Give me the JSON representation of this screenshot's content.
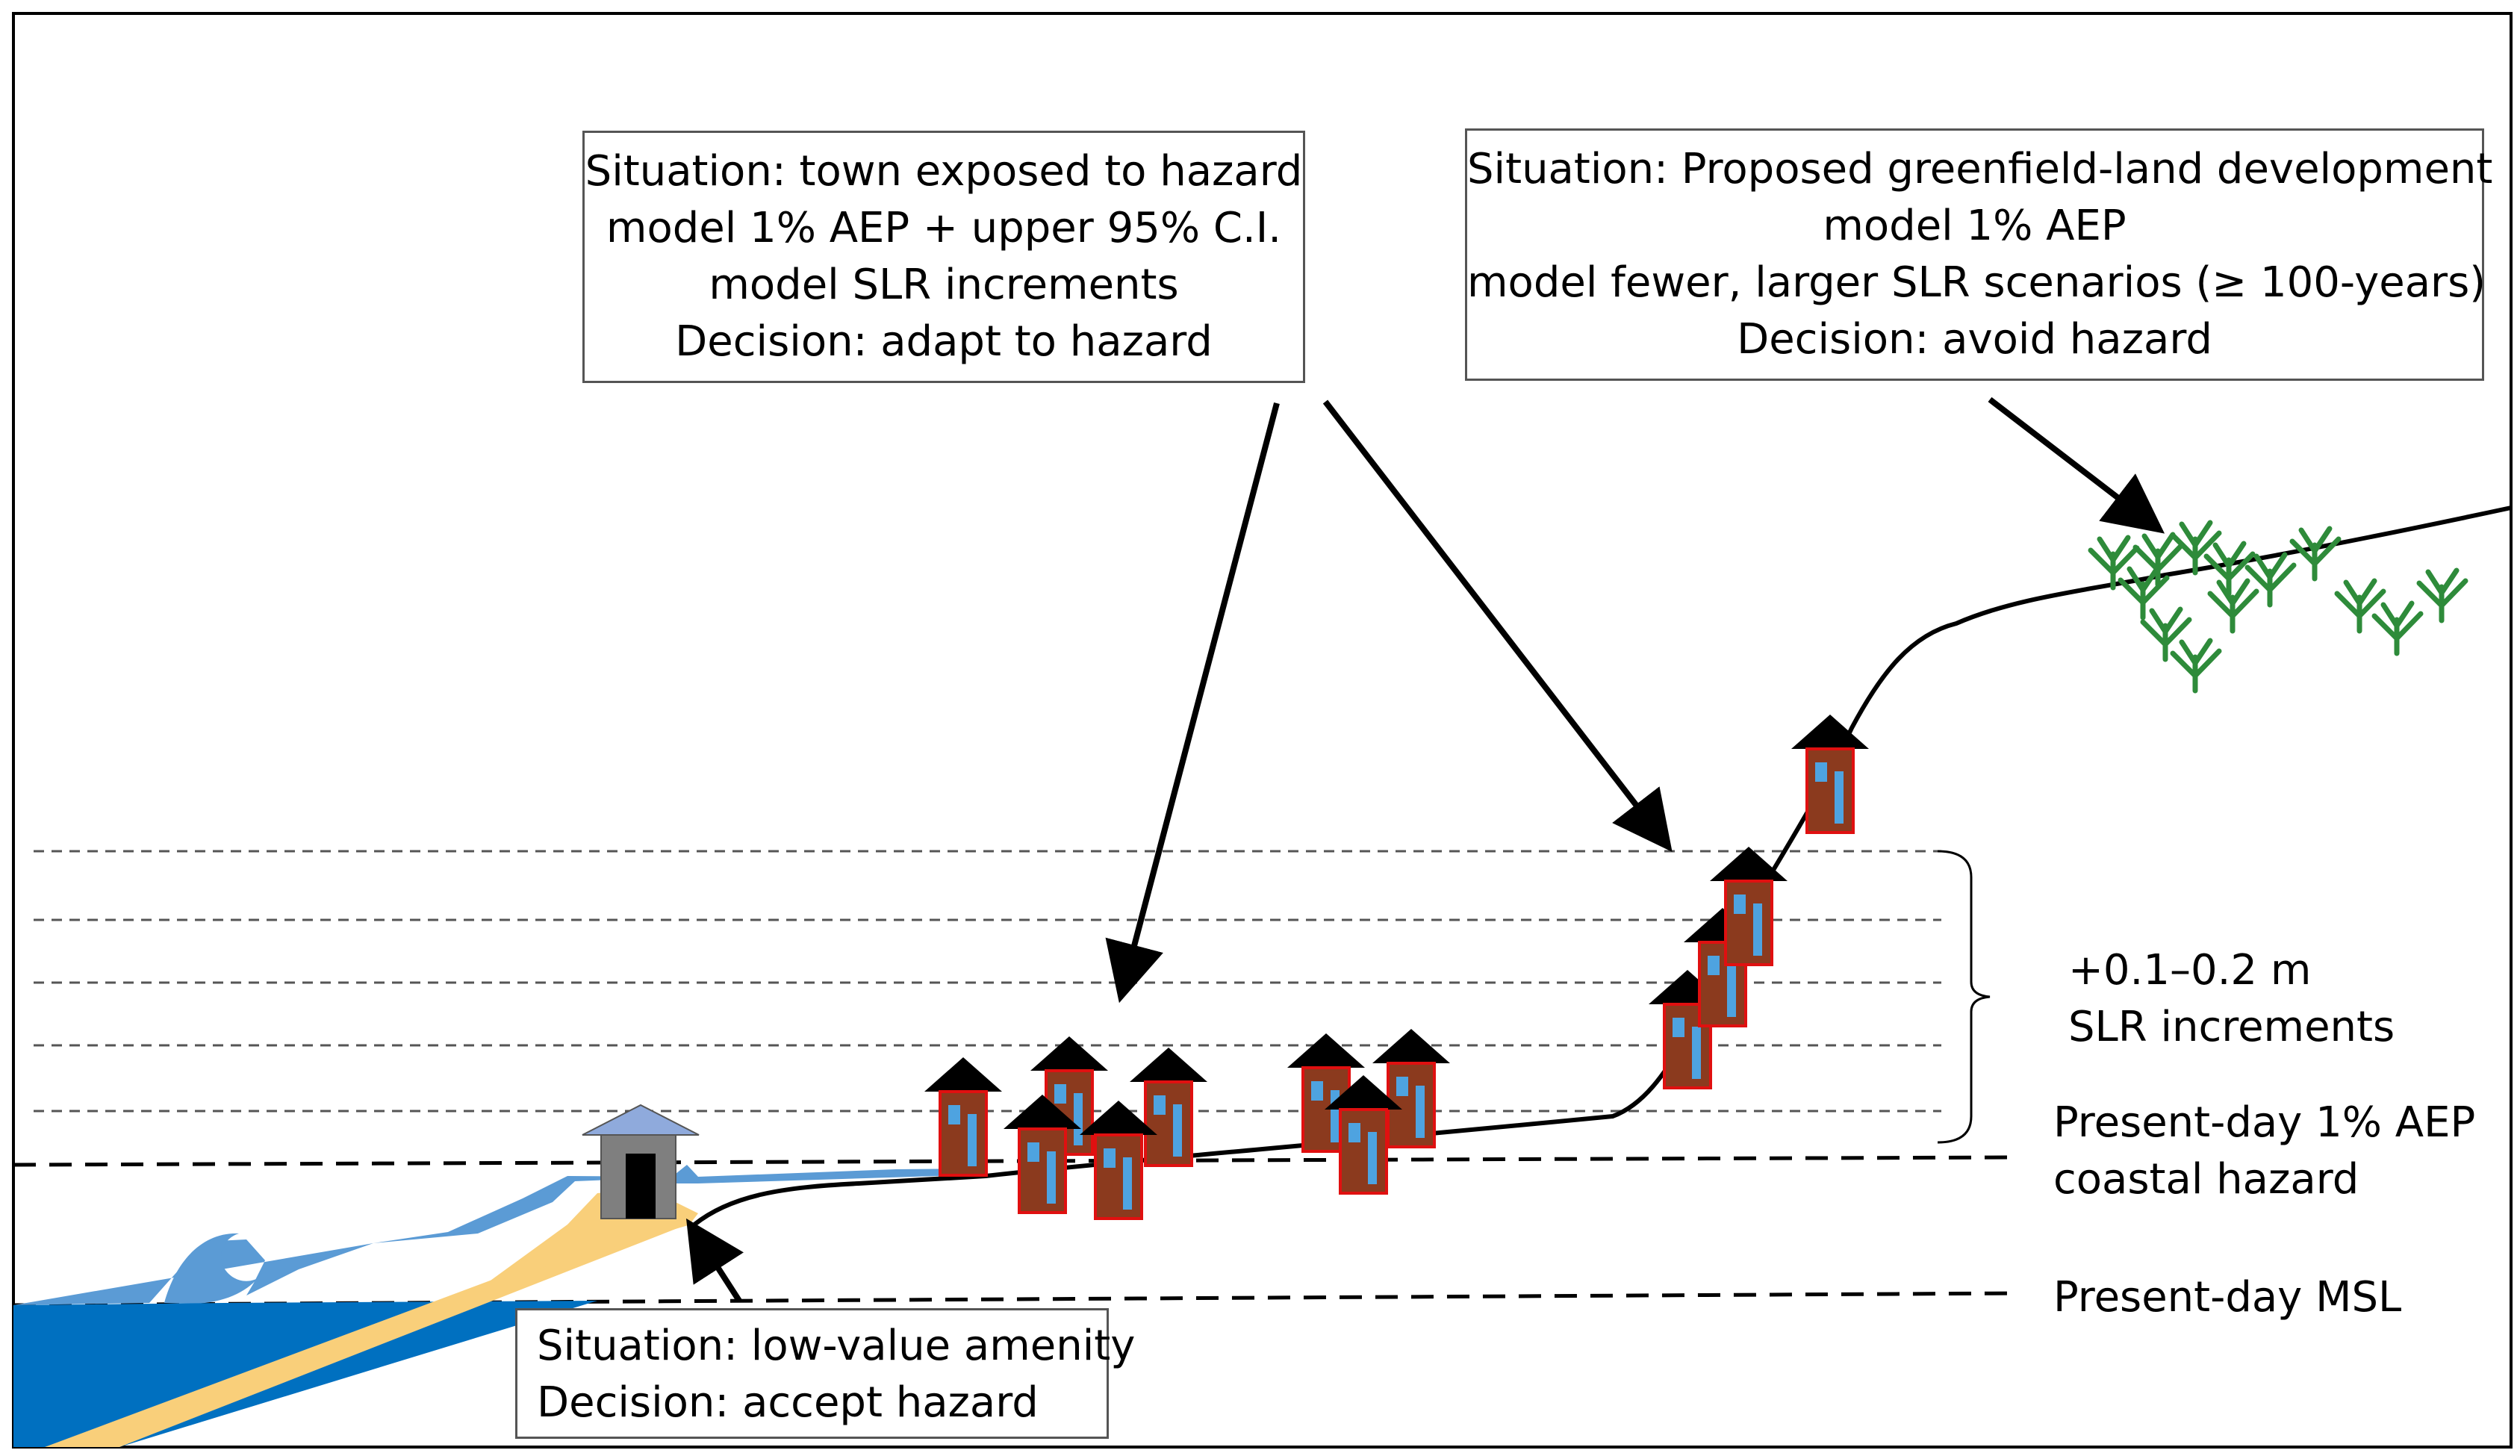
{
  "callouts": {
    "town": {
      "lines": [
        "Situation: town exposed to hazard",
        "model 1% AEP + upper 95% C.I.",
        "model SLR increments",
        "Decision: adapt to hazard"
      ]
    },
    "greenfield": {
      "lines": [
        "Situation: Proposed greenfield-land development",
        "model 1% AEP",
        "model fewer, larger SLR scenarios (≥ 100-years)",
        "Decision: avoid hazard"
      ]
    },
    "amenity": {
      "lines": [
        "Situation: low-value amenity",
        "Decision: accept hazard"
      ]
    }
  },
  "labels": {
    "slr_increments": [
      "+0.1–0.2 m",
      "SLR increments"
    ],
    "hazard_line": [
      "Present-day 1% AEP",
      "coastal hazard"
    ],
    "msl_line": "Present-day MSL"
  },
  "colors": {
    "deep_sea": "#0070c0",
    "shallow_water": "#5b9bd5",
    "sand": "#f9cf7a",
    "house_wall": "#8b3a1e",
    "house_trim": "#e01010",
    "window": "#4ea3e0",
    "roof": "#000000",
    "amenity_roof": "#8faadc",
    "amenity_wall": "#7f7f7f",
    "plants": "#2e8b3a"
  }
}
